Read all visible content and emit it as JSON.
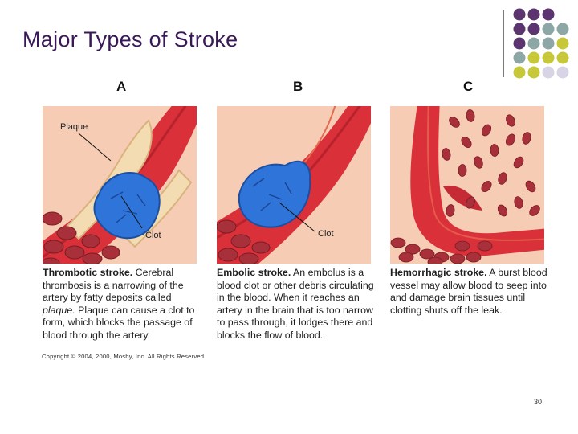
{
  "slide": {
    "title": "Major Types of Stroke",
    "page_number": "30"
  },
  "panels": [
    {
      "letter": "A",
      "labels": [
        "Plaque",
        "Clot"
      ],
      "caption_bold": "Thrombotic stroke.",
      "caption_pre": " Cerebral thrombosis is a narrowing of the artery by fatty deposits called ",
      "caption_italic": "plaque.",
      "caption_post": " Plaque can cause a clot to form, which blocks the passage of blood through the artery."
    },
    {
      "letter": "B",
      "labels": [
        "Clot"
      ],
      "caption_bold": "Embolic stroke.",
      "caption_pre": " An embolus is a blood clot or other debris circulating in the blood. When it reaches an artery in the brain that is too narrow to pass through, it lodges there and blocks the flow of blood.",
      "caption_italic": "",
      "caption_post": ""
    },
    {
      "letter": "C",
      "labels": [],
      "caption_bold": "Hemorrhagic stroke.",
      "caption_pre": " A burst blood vessel may allow blood to seep into and damage brain tissues until clotting shuts off the leak.",
      "caption_italic": "",
      "caption_post": ""
    }
  ],
  "copyright": "Copyright © 2004, 2000, Mosby, Inc. All Rights Reserved.",
  "colors": {
    "title": "#3a1858",
    "deco_purple": "#5b3470",
    "deco_teal": "#8ca7a5",
    "deco_olive": "#c6c83a",
    "deco_lavender": "#d8d4e6",
    "tissue": "#f6cdb4",
    "vessel": "#d9303a",
    "clot": "#2f74d8"
  }
}
